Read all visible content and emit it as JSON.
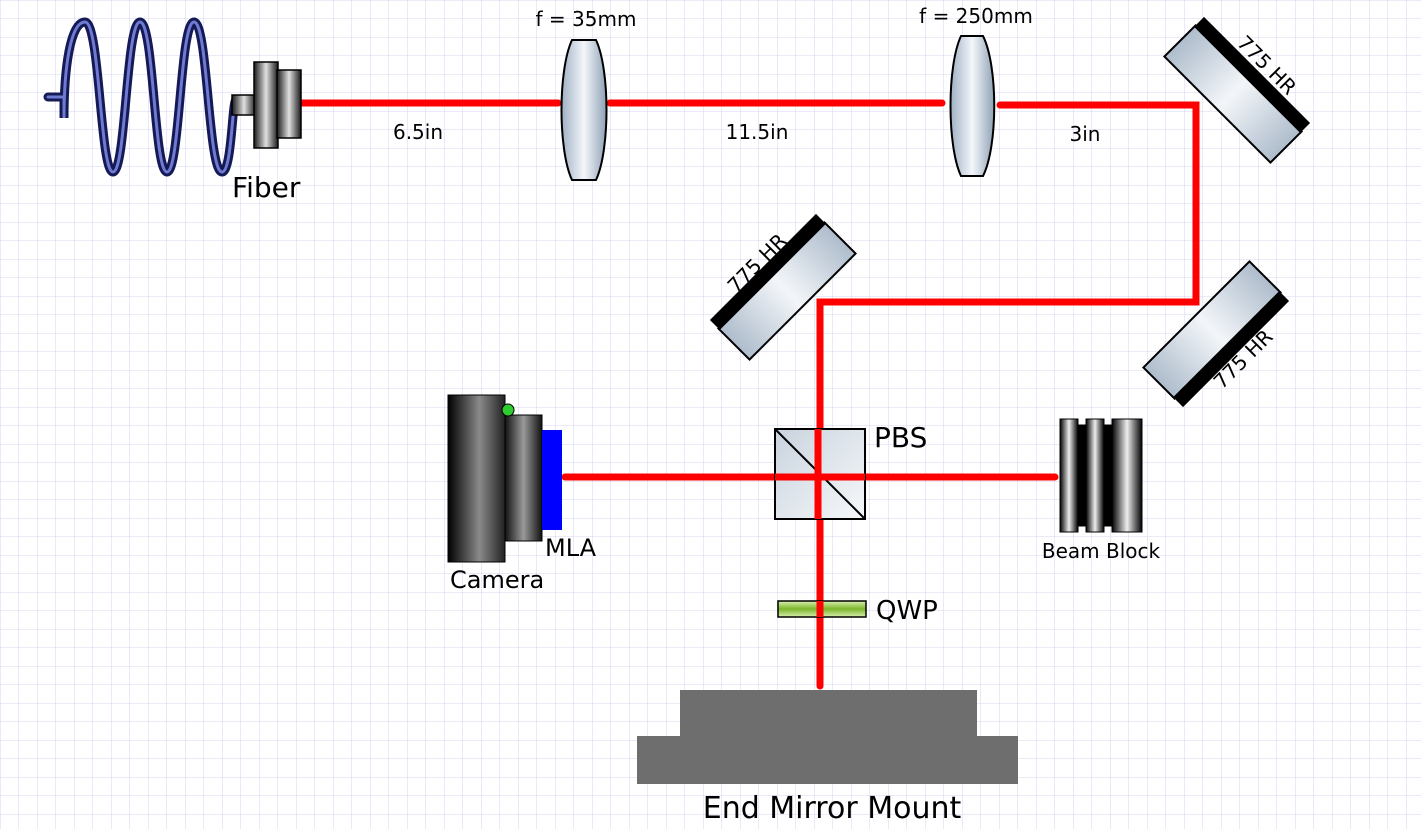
{
  "diagram": {
    "labels": {
      "fiber": "Fiber",
      "lens1_focal": "f = 35mm",
      "lens2_focal": "f = 250mm",
      "dist_fiber_lens1": "6.5in",
      "dist_lens1_lens2": "11.5in",
      "dist_lens2_mirror": "3in",
      "mirror_top_right": "775 HR",
      "mirror_right": "775 HR",
      "mirror_left": "775 HR",
      "pbs": "PBS",
      "beam_block": "Beam Block",
      "camera": "Camera",
      "mla": "MLA",
      "qwp": "QWP",
      "end_mirror_mount": "End Mirror Mount"
    },
    "colors": {
      "beam": "#ff0000",
      "grid": "#c8c8f0",
      "mount": "#6e6e6e",
      "mla": "#0000ff",
      "qwp": "#90c030",
      "fiber_coil": "#1e2a78"
    }
  }
}
